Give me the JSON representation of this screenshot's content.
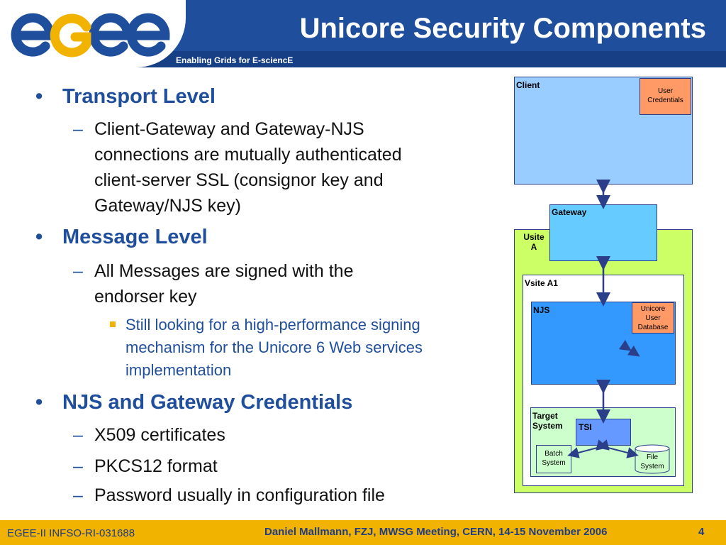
{
  "header": {
    "logo": "egee",
    "title": "Unicore Security Components",
    "tagline": "Enabling Grids for E-sciencE"
  },
  "bullets": {
    "transport_heading": "Transport Level",
    "transport_detail": [
      "Client-Gateway and Gateway-NJS",
      "connections are mutually authenticated",
      "client-server SSL (consignor key and",
      "Gateway/NJS key)"
    ],
    "message_heading": "Message Level",
    "message_detail": [
      "All Messages are signed with the",
      "endorser key"
    ],
    "message_subdetail": [
      "Still looking for a high-performance signing",
      "mechanism for the Unicore 6 Web services",
      "implementation"
    ],
    "credentials_heading": "NJS and Gateway Credentials",
    "credentials_items": [
      "X509 certificates",
      "PKCS12 format",
      "Password usually in configuration file"
    ]
  },
  "diagram": {
    "client": "Client",
    "user_credentials": [
      "User",
      "Credentials"
    ],
    "gateway": "Gateway",
    "usite": [
      "Usite",
      "A"
    ],
    "vsite": "Vsite A1",
    "njs": "NJS",
    "unicore_user_db": [
      "Unicore",
      "User",
      "Database"
    ],
    "target_system": [
      "Target",
      "System"
    ],
    "tsi": "TSI",
    "batch_system": [
      "Batch",
      "System"
    ],
    "file_system": [
      "File",
      "System"
    ],
    "colors": {
      "client_fill": "#99ccff",
      "credential_fill": "#ff9966",
      "gateway_fill": "#66ccff",
      "usite_fill": "#ccff66",
      "njs_fill": "#3399ff",
      "target_fill": "#ccffcc",
      "tsi_fill": "#6699ff",
      "arrow": "#2b3e8a"
    }
  },
  "footer": {
    "left": "EGEE-II INFSO-RI-031688",
    "center": "Daniel Mallmann, FZJ, MWSG Meeting, CERN, 14-15 November 2006",
    "page": "4"
  }
}
